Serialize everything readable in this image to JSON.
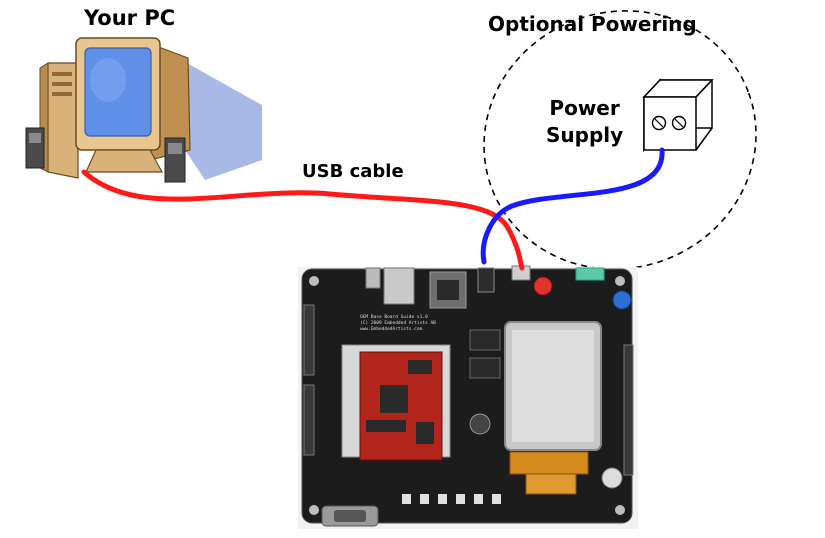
{
  "labels": {
    "pc": "Your PC",
    "optional": "Optional Powering",
    "usb": "USB cable",
    "psu_line1": "Power",
    "psu_line2": "Supply"
  },
  "board_silkscreen": {
    "line1": "OEM Base Board Guide v1.0",
    "line2": "(C) 2009 Embedded Artists AB",
    "line3": "www.EmbeddedArtists.com"
  },
  "colors": {
    "usb_cable": "#ff1a1a",
    "power_cable": "#1a1aff",
    "board": "#1c1c1c",
    "oem_module": "#b3261e",
    "lcd": "#c8c8c8",
    "monitor_bezel": "#e8c68f",
    "screen": "#5f8fe6"
  }
}
